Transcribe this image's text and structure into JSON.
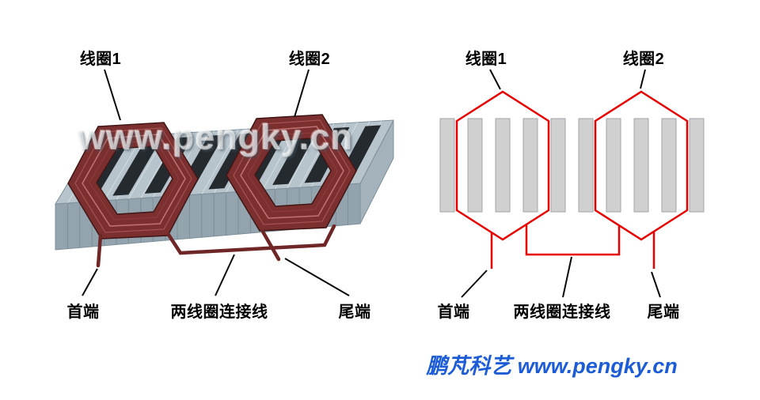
{
  "watermark": "www.pengky.cn",
  "brand": "鹏芃科艺 www.pengky.cn",
  "colors": {
    "schematic_red": "#e80000",
    "coil_3d_maroon": "#7b2f2f",
    "stator_gray_blue": "#b7c4cc",
    "tooth_bar_gray": "#d0d0d0",
    "brand_blue": "#1d5cd7",
    "label_black": "#000000"
  },
  "left_panel": {
    "type": "3d-illustration",
    "labels": {
      "coil1": "线圈1",
      "coil2": "线圈2",
      "head_end": "首端",
      "connection": "两线圈连接线",
      "tail_end": "尾端"
    }
  },
  "right_panel": {
    "type": "schematic",
    "labels": {
      "coil1": "线圈1",
      "coil2": "线圈2",
      "head_end": "首端",
      "connection": "两线圈连接线",
      "tail_end": "尾端"
    }
  }
}
